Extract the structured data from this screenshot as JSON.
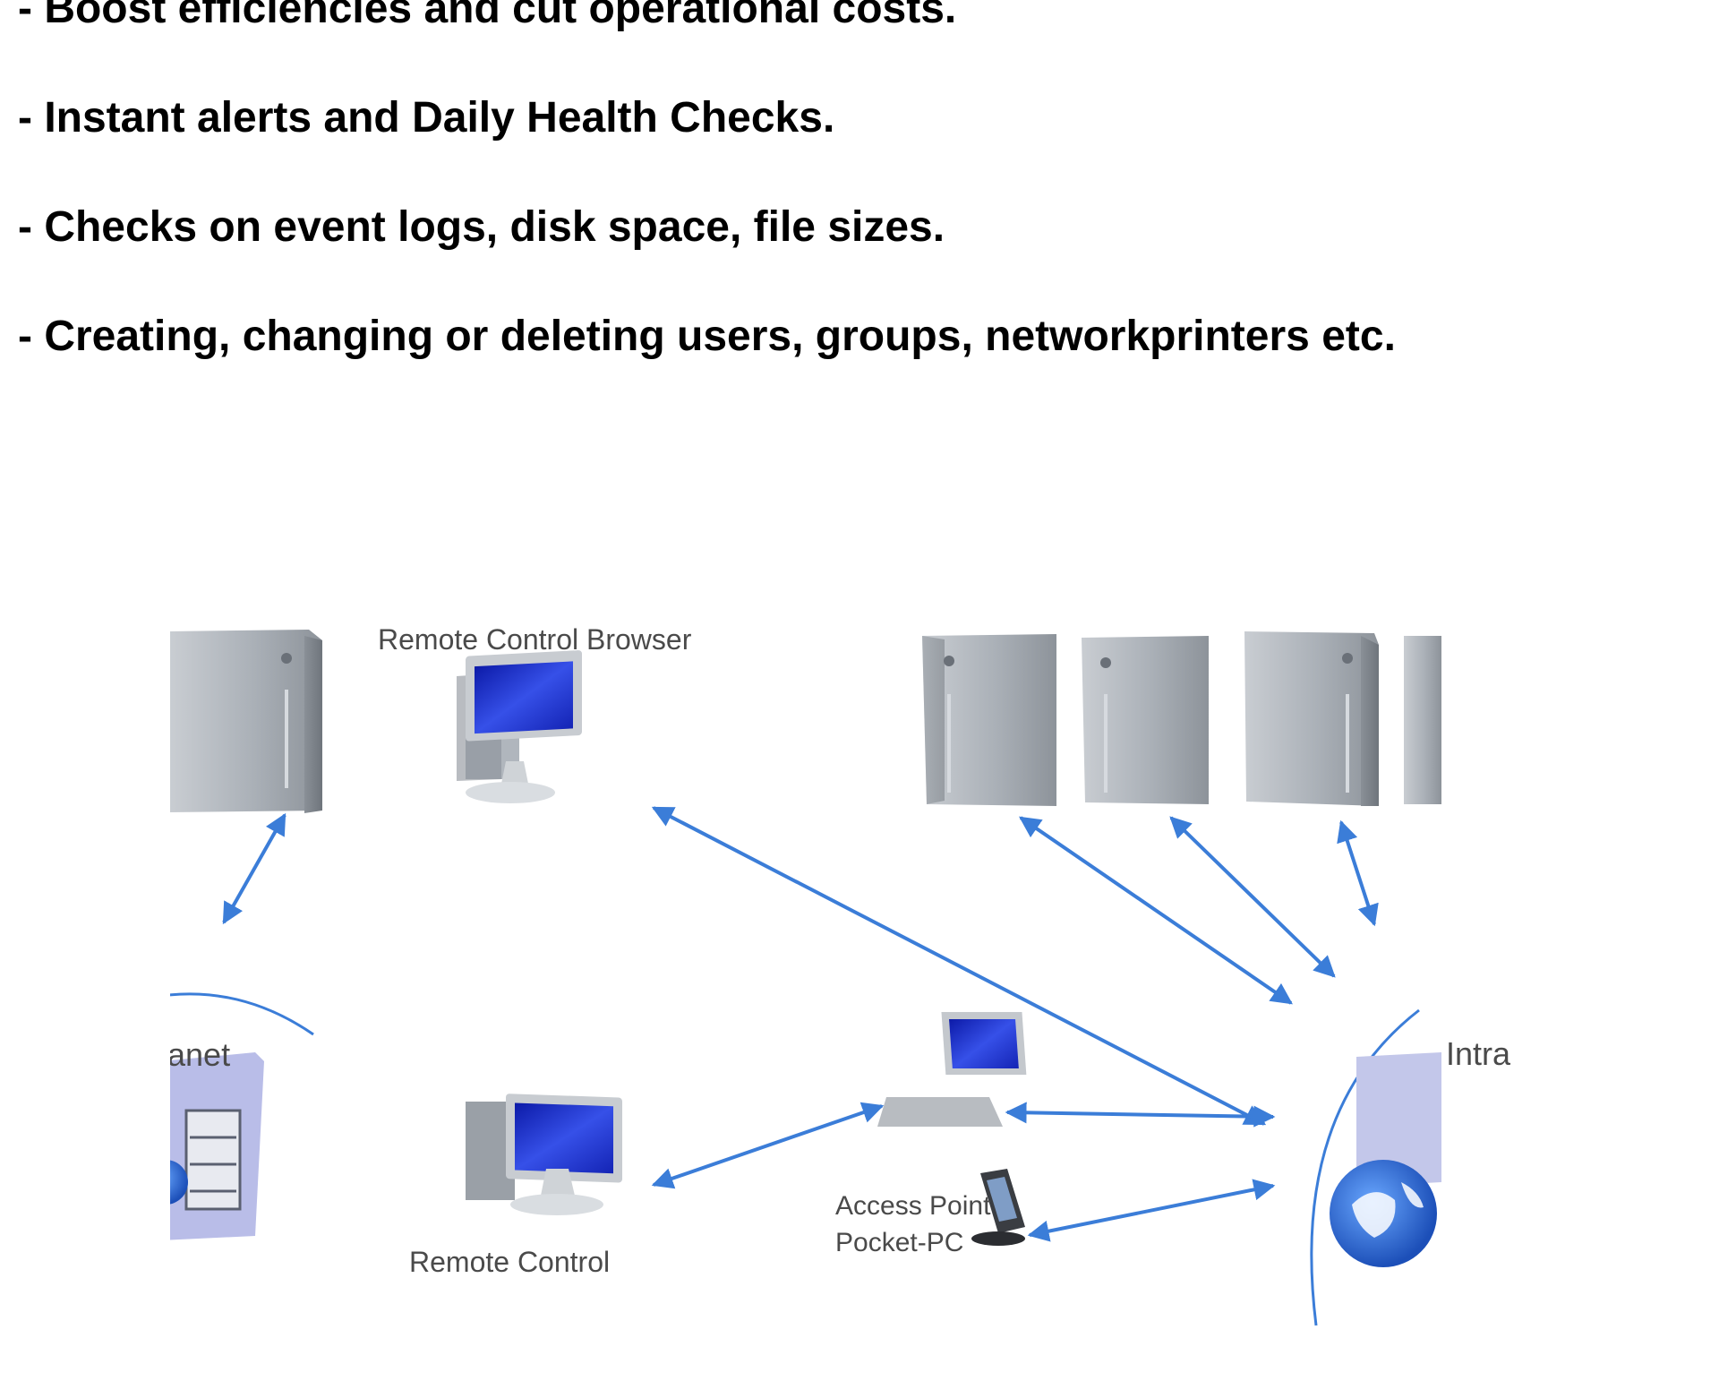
{
  "bullets": [
    "- Boost efficiencies and cut operational costs.",
    "- Instant alerts and Daily Health Checks.",
    "- Checks on event logs, disk space, file sizes.",
    "- Creating, changing or deleting users, groups, networkprinters etc."
  ],
  "diagram": {
    "labels": {
      "remote_control_browser": "Remote Control Browser",
      "internet_partial": "anet",
      "intranet_partial": "Intra",
      "remote_control": "Remote Control",
      "access_point_line1": "Access Point",
      "access_point_line2": "Pocket-PC"
    },
    "colors": {
      "arrow": "#3b7dd8",
      "server_body": "#9ea4ab",
      "monitor_screen": "#2236c4",
      "text": "#4a4a4a"
    }
  }
}
